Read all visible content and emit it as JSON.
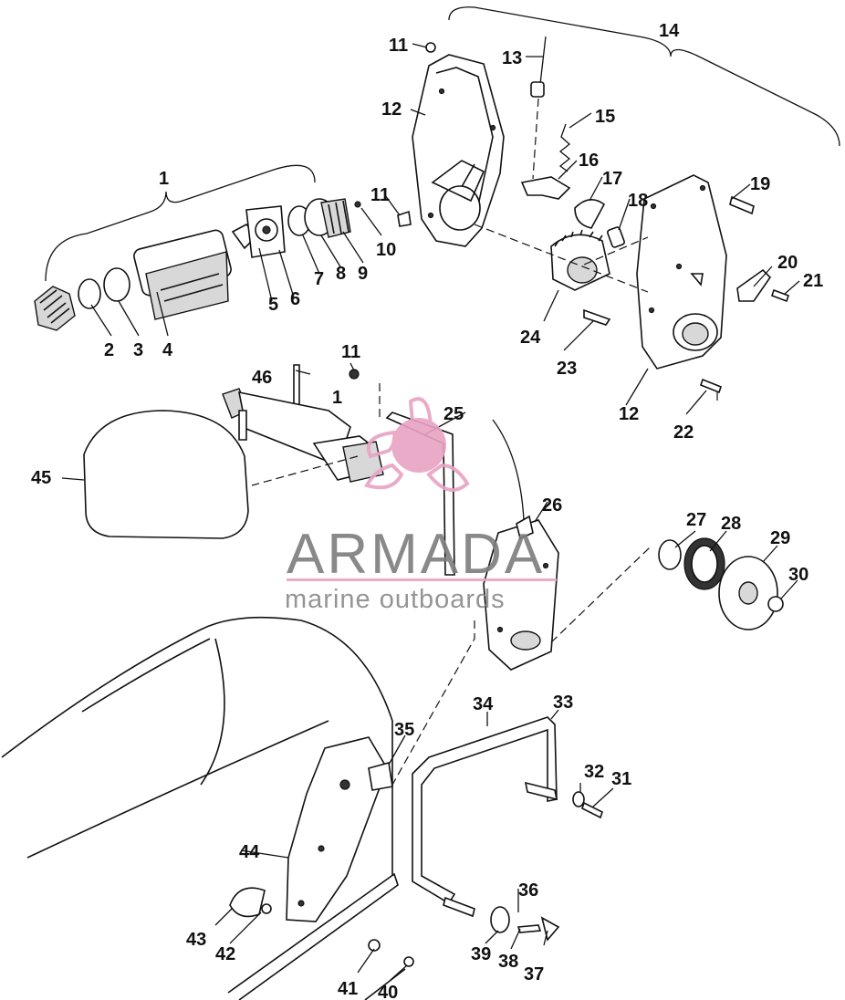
{
  "diagram": {
    "labels": [
      {
        "id": "1",
        "text": "1"
      },
      {
        "id": "1b",
        "text": "1"
      },
      {
        "id": "2",
        "text": "2"
      },
      {
        "id": "3",
        "text": "3"
      },
      {
        "id": "4",
        "text": "4"
      },
      {
        "id": "5",
        "text": "5"
      },
      {
        "id": "6",
        "text": "6"
      },
      {
        "id": "7",
        "text": "7"
      },
      {
        "id": "8",
        "text": "8"
      },
      {
        "id": "9",
        "text": "9"
      },
      {
        "id": "10",
        "text": "10"
      },
      {
        "id": "11a",
        "text": "11"
      },
      {
        "id": "11b",
        "text": "11"
      },
      {
        "id": "11c",
        "text": "11"
      },
      {
        "id": "12a",
        "text": "12"
      },
      {
        "id": "12b",
        "text": "12"
      },
      {
        "id": "13",
        "text": "13"
      },
      {
        "id": "14",
        "text": "14"
      },
      {
        "id": "15",
        "text": "15"
      },
      {
        "id": "16",
        "text": "16"
      },
      {
        "id": "17",
        "text": "17"
      },
      {
        "id": "18",
        "text": "18"
      },
      {
        "id": "19",
        "text": "19"
      },
      {
        "id": "20",
        "text": "20"
      },
      {
        "id": "21",
        "text": "21"
      },
      {
        "id": "22",
        "text": "22"
      },
      {
        "id": "23",
        "text": "23"
      },
      {
        "id": "24",
        "text": "24"
      },
      {
        "id": "25",
        "text": "25"
      },
      {
        "id": "26",
        "text": "26"
      },
      {
        "id": "27",
        "text": "27"
      },
      {
        "id": "28",
        "text": "28"
      },
      {
        "id": "29",
        "text": "29"
      },
      {
        "id": "30",
        "text": "30"
      },
      {
        "id": "31",
        "text": "31"
      },
      {
        "id": "32",
        "text": "32"
      },
      {
        "id": "33",
        "text": "33"
      },
      {
        "id": "34",
        "text": "34"
      },
      {
        "id": "35",
        "text": "35"
      },
      {
        "id": "36",
        "text": "36"
      },
      {
        "id": "37",
        "text": "37"
      },
      {
        "id": "38",
        "text": "38"
      },
      {
        "id": "39",
        "text": "39"
      },
      {
        "id": "40",
        "text": "40"
      },
      {
        "id": "41",
        "text": "41"
      },
      {
        "id": "42",
        "text": "42"
      },
      {
        "id": "43",
        "text": "43"
      },
      {
        "id": "44",
        "text": "44"
      },
      {
        "id": "45",
        "text": "45"
      },
      {
        "id": "46",
        "text": "46"
      }
    ]
  },
  "watermark": {
    "brand": "ARMADA",
    "tagline": "marine outboards",
    "logo_color": "#e8a3c4",
    "text_color": "#7d7d7d",
    "line_color": "#e8a3c4"
  }
}
